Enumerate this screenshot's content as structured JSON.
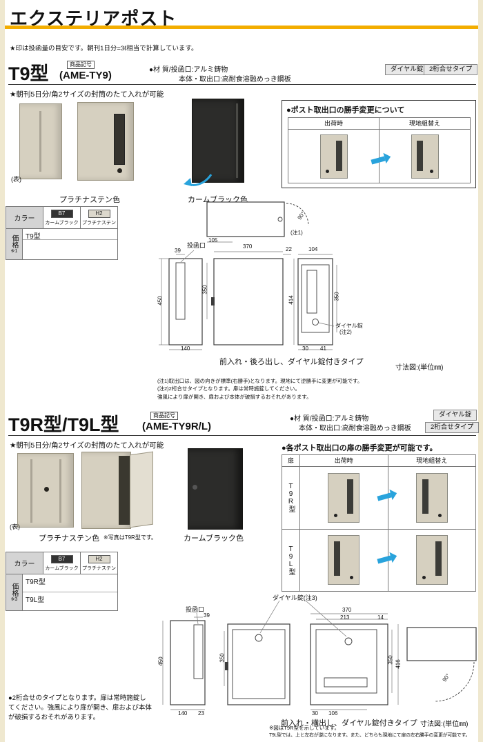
{
  "page": {
    "title": "エクステリアポスト",
    "note": "★印は投函量の目安です。朝刊1日分=3ℓ相当で計算しています。"
  },
  "common": {
    "code_label": "商品記号",
    "material_line1": "●材 質/投函口:アルミ鋳物",
    "material_line2": "本体・取出口:高耐食溶融めっき鋼板",
    "badge_dial": "ダイヤル錠",
    "badge_type": "2桁合せタイプ",
    "feature": "★朝刊5日分/角2サイズの封筒のたて入れが可能",
    "front_label": "(表)",
    "color_platinum": "プラチナステン色",
    "color_black": "カームブラック色",
    "ship": "出荷時",
    "onsite": "現地組替え",
    "color_header": "カラー",
    "b7_code": "B7",
    "b7_name": "カームブラック",
    "h2_code": "H2",
    "h2_name": "プラチナステン",
    "price_label": "価格",
    "slot_label": "投函口",
    "unit_note": "寸法図:(単位㎜)"
  },
  "s1": {
    "model": "T9型",
    "code": "(AME-TY9)",
    "handing_title": "●ポスト取出口の勝手変更について",
    "price_note": "※1",
    "price_rows": [
      "T9型"
    ],
    "caption": "前入れ・後ろ出し、ダイヤル錠付きタイプ",
    "dims": {
      "slot_w": "39",
      "front_h": "450",
      "front_door_h": "350",
      "front_w": "140",
      "side_d": "370",
      "side_t": "22",
      "top_d": "105",
      "swing": "90°",
      "note1": "(注1)",
      "back_w": "104",
      "back_h": "414",
      "back_door_h": "350",
      "back_b1": "30",
      "back_b2": "41",
      "dial": "ダイヤル錠",
      "dial_note": "(注2)"
    },
    "notes": [
      "(注1)取出口は、図の向きが標準(右勝手)となります。現地にて逆勝手に変更が可能です。",
      "(注2)2桁合せタイプとなります。扉は常時施錠してください。",
      "強風により扉が開き、扉および本体が破損するおそれがあります。"
    ]
  },
  "s2": {
    "model": "T9R型/T9L型",
    "code": "(AME-TY9R/L)",
    "photo_note": "※写真はT9R型です。",
    "handing_title": "●各ポスト取出口の扉の勝手変更が可能です。",
    "door_header": "扉",
    "row_r": "T9R型",
    "row_l": "T9L型",
    "price_note": "※3",
    "price_rows": [
      "T9R型",
      "T9L型"
    ],
    "caption": "前入れ・横出し、ダイヤル錠付きタイプ",
    "dial_label": "ダイヤル錠(注3)",
    "dims": {
      "slot_w": "39",
      "front_h": "450",
      "front_door_h": "350",
      "front_w": "140",
      "front_w2": "23",
      "body_w": "370",
      "door_w": "213",
      "edge": "14",
      "b1": "30",
      "b2": "106",
      "right_h1": "350",
      "right_h2": "416",
      "swing": "90°"
    },
    "bottom_note": "●2桁合せのタイプとなります。扉は常時施錠してください。強風により扉が開き、扉および本体が破損するおそれがあります。",
    "fig_note1": "※図はT9R型を示しています。",
    "fig_note2": "T9L型では、上と左右が逆になります。また、どちらも現地にて扉の左右勝手の変更が可能です。"
  },
  "colors": {
    "accent_rule": "#f3ad00",
    "arrow_blue": "#29a3dc",
    "mailbox_beige": "#d6d0c0",
    "mailbox_black": "#2c2c2a"
  }
}
